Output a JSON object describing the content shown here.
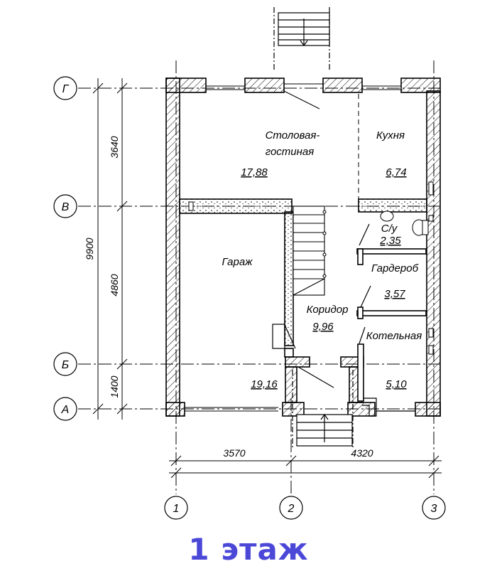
{
  "caption": "1 этаж",
  "colors": {
    "caption": "#4b48d8",
    "lines": "#000000",
    "background": "#ffffff"
  },
  "axes": {
    "rows": [
      "Г",
      "В",
      "Б",
      "А"
    ],
    "columns": [
      "1",
      "2",
      "3"
    ]
  },
  "dimensions": {
    "vertical_total": "9900",
    "vertical": [
      "3640",
      "4860",
      "1400"
    ],
    "horizontal": [
      "3570",
      "4320"
    ]
  },
  "rooms": {
    "living_name_1": "Столовая-",
    "living_name_2": "гостиная",
    "living_area": "17,88",
    "kitchen_name": "Кухня",
    "kitchen_area": "6,74",
    "wc_name": "С/у",
    "wc_area": "2,35",
    "wardrobe_name": "Гардероб",
    "wardrobe_area": "3,57",
    "corridor_name": "Коридор",
    "corridor_area": "9,96",
    "boiler_name": "Котельная",
    "boiler_area": "5,10",
    "garage_name": "Гараж",
    "garage_area": "19,16"
  }
}
